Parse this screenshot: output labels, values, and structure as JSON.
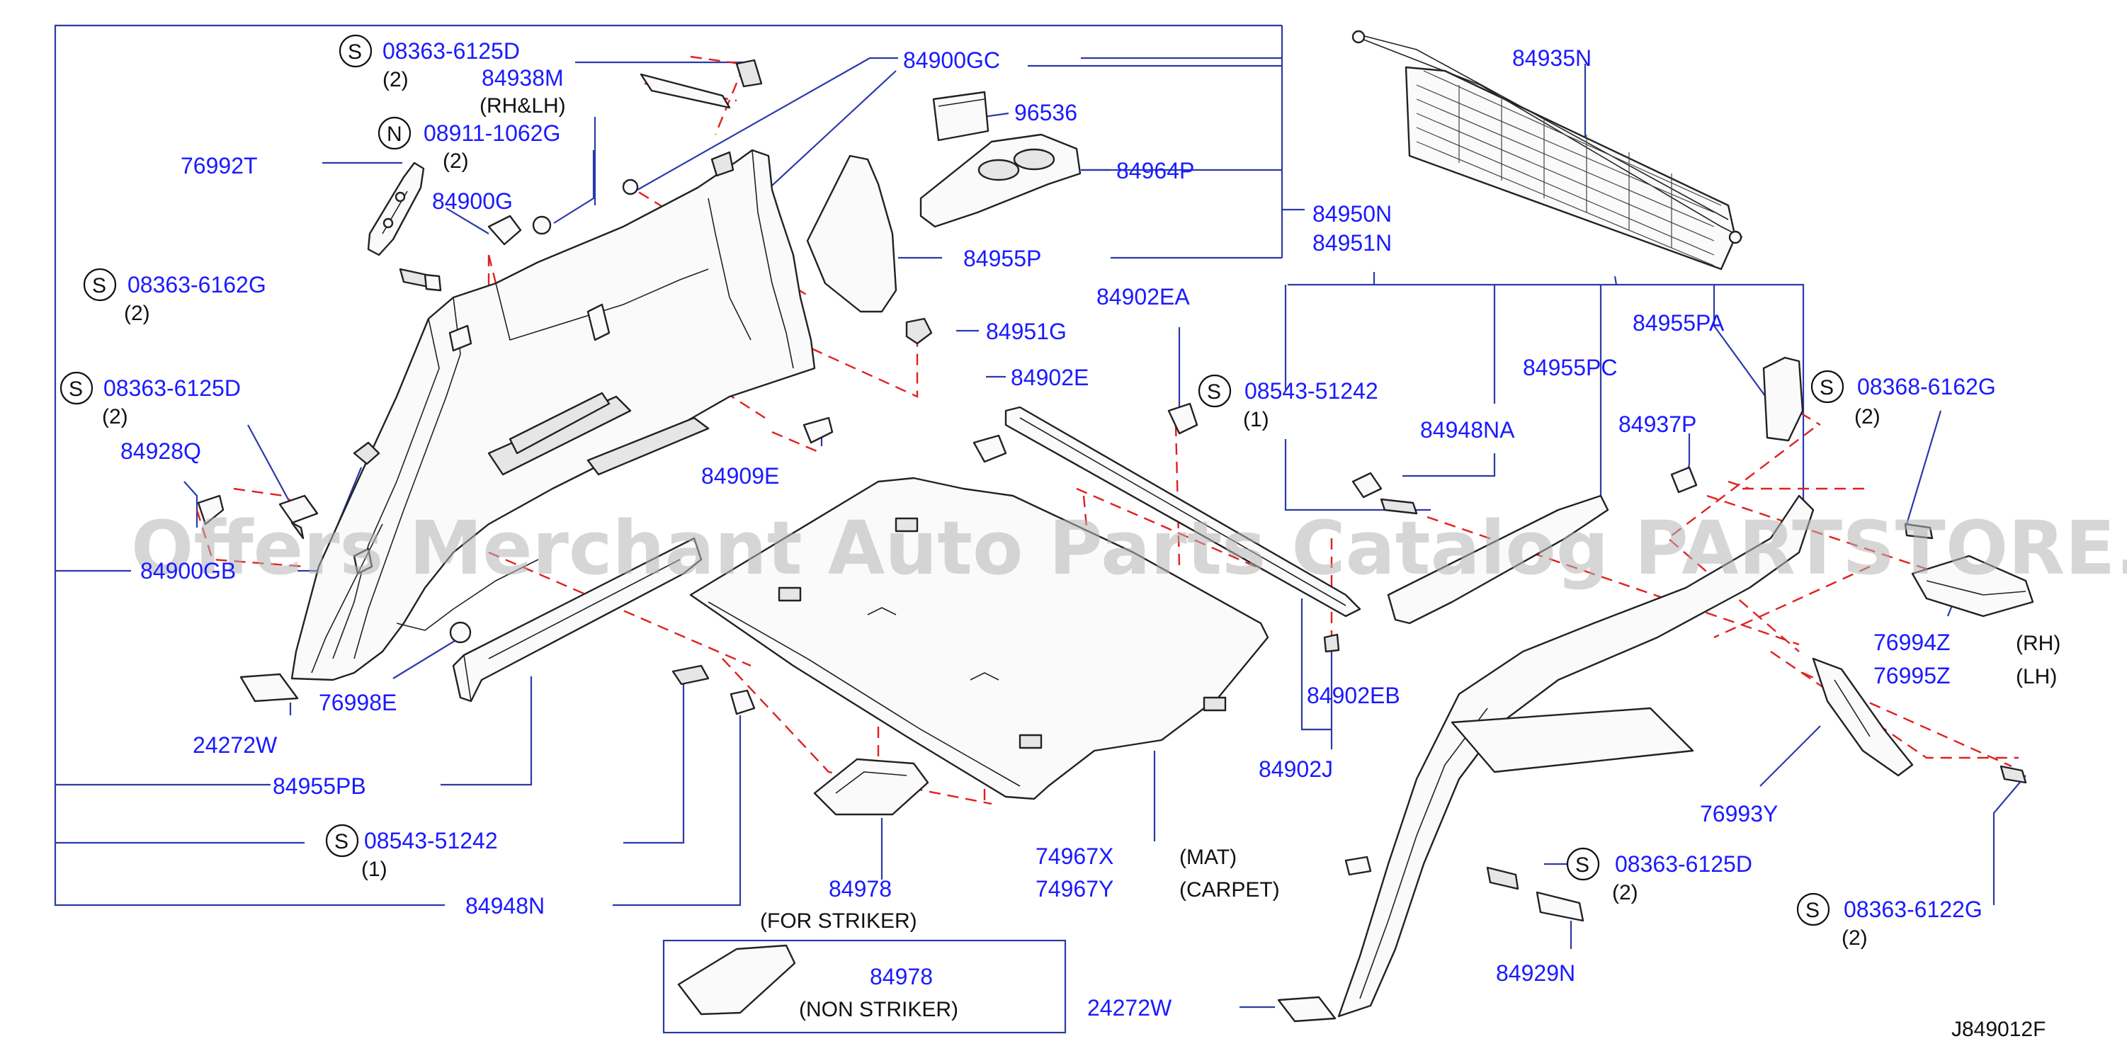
{
  "diagram_code": "J849012F",
  "watermark": "Offers Merchant Auto Parts Catalog PARTSTORE.SA",
  "labels": {
    "p84900GC": "84900GC",
    "p08363_6125D_top": "08363-6125D",
    "p08363_6125D_top_qty": "(2)",
    "p84938M": "84938M",
    "p84938M_note": "(RH&LH)",
    "p08911_1062G": "08911-1062G",
    "p08911_1062G_qty": "(2)",
    "p76992T": "76992T",
    "p84900G": "84900G",
    "p08363_6162G_left": "08363-6162G",
    "p08363_6162G_left_qty": "(2)",
    "p08363_6125D_mid": "08363-6125D",
    "p08363_6125D_mid_qty": "(2)",
    "p84928Q": "84928Q",
    "p84900GB": "84900GB",
    "p76998E": "76998E",
    "p24272W_left": "24272W",
    "p84955PB": "84955PB",
    "p08543_51242_left": "08543-51242",
    "p08543_51242_left_qty": "(1)",
    "p84948N": "84948N",
    "p96536": "96536",
    "p84964P": "84964P",
    "p84950N": "84950N",
    "p84951N": "84951N",
    "p84955P": "84955P",
    "p84951G": "84951G",
    "p84909E": "84909E",
    "p84902EA": "84902EA",
    "p84902E": "84902E",
    "p84902EB": "84902EB",
    "p84902J": "84902J",
    "p74967X": "74967X",
    "p74967X_note": "(MAT)",
    "p74967Y": "74967Y",
    "p74967Y_note": "(CARPET)",
    "p84978_striker": "84978",
    "p84978_striker_note": "(FOR  STRIKER)",
    "p84978_non": "84978",
    "p84978_non_note": "(NON  STRIKER)",
    "p24272W_right": "24272W",
    "p84935N": "84935N",
    "p84955PA": "84955PA",
    "p84955PC": "84955PC",
    "p08543_51242_right": "08543-51242",
    "p08543_51242_right_qty": "(1)",
    "p84948NA": "84948NA",
    "p84937P": "84937P",
    "p08368_6162G": "08368-6162G",
    "p08368_6162G_qty": "(2)",
    "p76994Z": "76994Z",
    "p76994Z_note": "(RH)",
    "p76995Z": "76995Z",
    "p76995Z_note": "(LH)",
    "p76993Y": "76993Y",
    "p08363_6125D_btm": "08363-6125D",
    "p08363_6125D_btm_qty": "(2)",
    "p08363_6122G": "08363-6122G",
    "p08363_6122G_qty": "(2)",
    "p84929N": "84929N"
  },
  "markers": {
    "s": "S",
    "n": "N"
  },
  "colors": {
    "part_number": "#1a1aff",
    "leader_line": "#2b3aa8",
    "dashed_guide": "#e02020",
    "outline": "#222222"
  }
}
